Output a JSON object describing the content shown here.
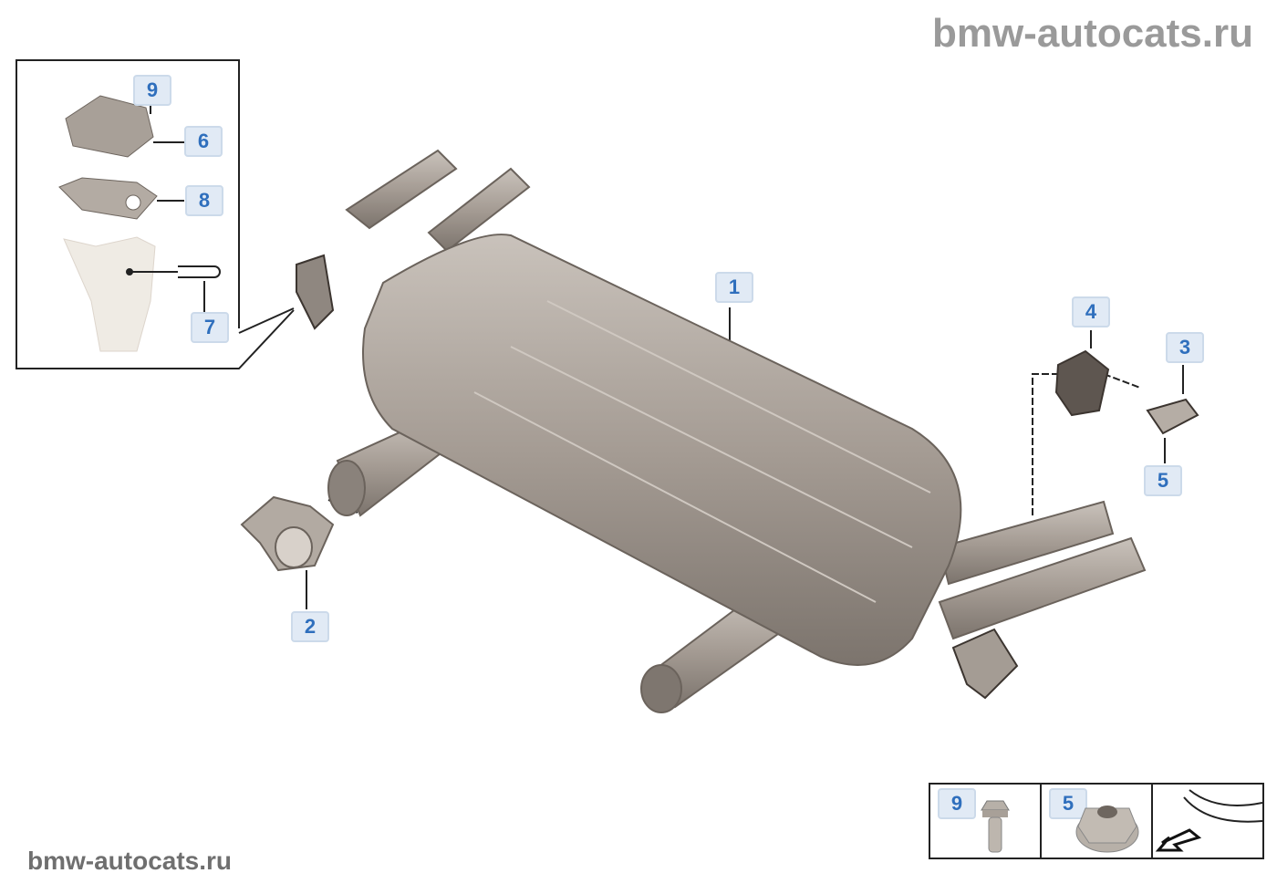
{
  "watermark_top": "bmw-autocats.ru",
  "watermark_bottom": "bmw-autocats.ru",
  "callouts": [
    {
      "id": "1",
      "part": "rear-silencer"
    },
    {
      "id": "2",
      "part": "clamp"
    },
    {
      "id": "3",
      "part": "bracket"
    },
    {
      "id": "4",
      "part": "rubber-mount"
    },
    {
      "id": "5",
      "part": "nut"
    },
    {
      "id": "6",
      "part": "flap-actuator"
    },
    {
      "id": "7",
      "part": "clip"
    },
    {
      "id": "8",
      "part": "gasket-plate"
    },
    {
      "id": "9",
      "part": "bolt"
    }
  ],
  "legend": [
    {
      "id": "9",
      "part": "bolt"
    },
    {
      "id": "5",
      "part": "nut"
    },
    {
      "id": "",
      "part": "direction-of-travel"
    }
  ],
  "colors": {
    "label_bg": "#e1eaf5",
    "label_text": "#2f6fbd",
    "metal": "#a39a92"
  }
}
